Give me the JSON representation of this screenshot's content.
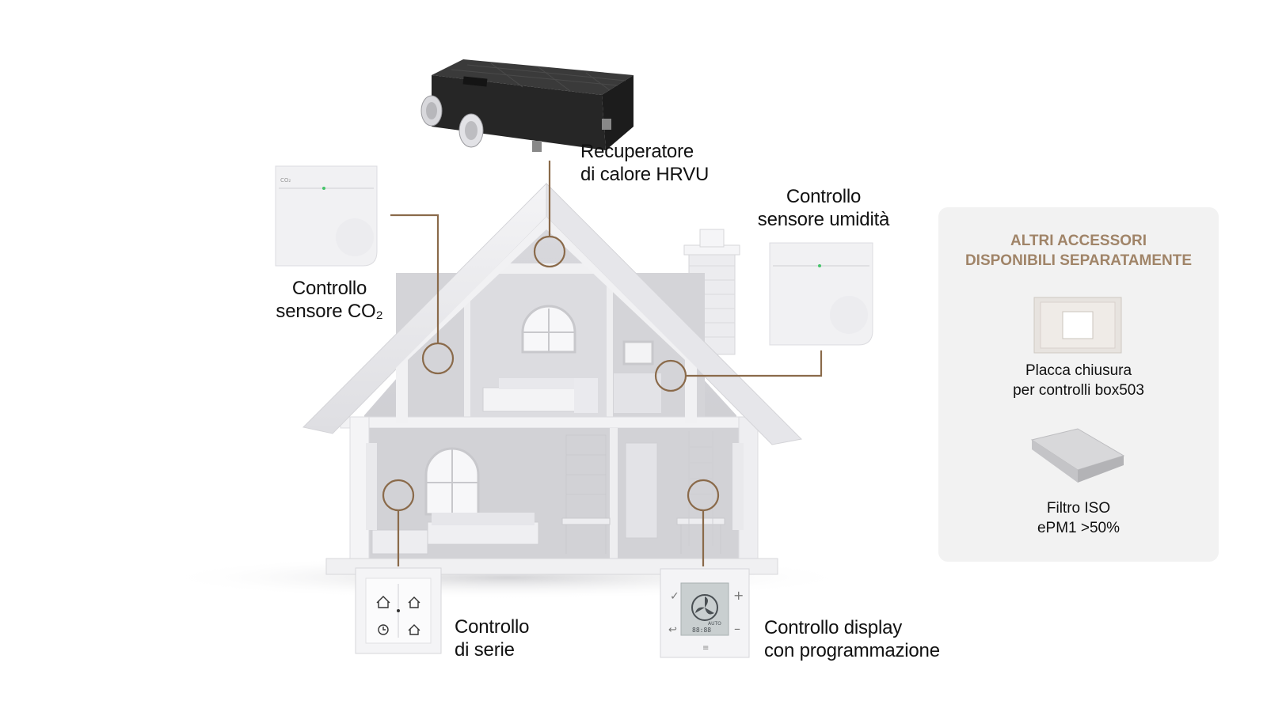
{
  "labels": {
    "hrvu": {
      "line1": "Recuperatore",
      "line2": "di calore HRVU"
    },
    "co2": {
      "line1": "Controllo",
      "line2": "sensore CO₂"
    },
    "humidity": {
      "line1": "Controllo",
      "line2": "sensore umidità"
    },
    "series": {
      "line1": "Controllo",
      "line2": "di serie"
    },
    "display": {
      "line1": "Controllo display",
      "line2": "con programmazione"
    }
  },
  "accessories": {
    "title_line1": "ALTRI ACCESSORI",
    "title_line2": "DISPONIBILI SEPARATAMENTE",
    "items": [
      {
        "line1": "Placca chiusura",
        "line2": "per controlli box503"
      },
      {
        "line1": "Filtro ISO",
        "line2": "ePM1 >50%"
      }
    ]
  },
  "display_screen": {
    "mode": "AUTO",
    "digits": "88:88"
  },
  "colors": {
    "accent": "#8a6a4a",
    "panel_title": "#a08468",
    "panel_bg": "#f2f2f2",
    "house": "#e9e9eb",
    "unit": "#2b2b2b"
  }
}
